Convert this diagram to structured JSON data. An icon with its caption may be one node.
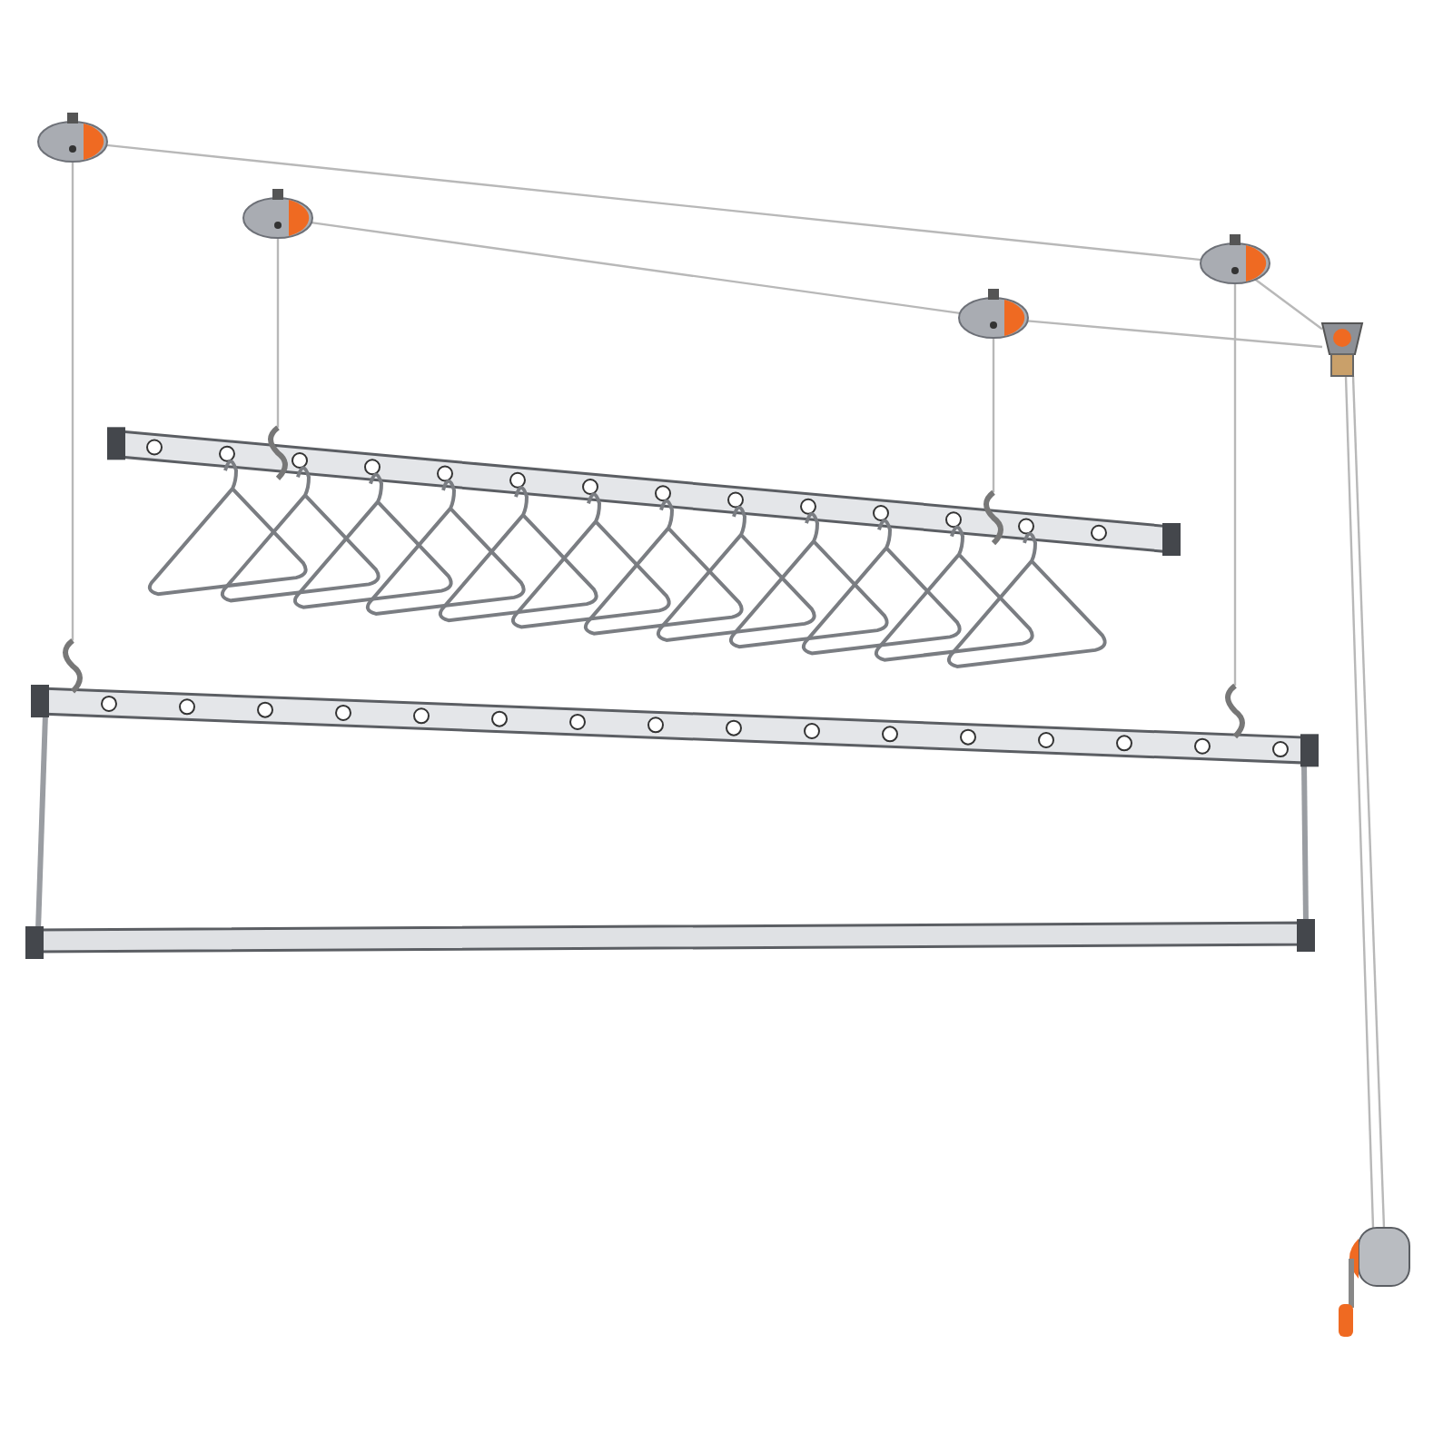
{
  "diagram": {
    "nodes": [
      {
        "text": [],
        "shape": "picture"
      },
      {
        "text": [],
        "shape": "picture"
      },
      {
        "text": [],
        "shape": "picture"
      },
      {
        "text": [],
        "shape": "picture"
      },
      {
        "text": [],
        "shape": "picture"
      },
      {
        "text": [],
        "shape": "picture"
      },
      {
        "text": [],
        "shape": "picture"
      },
      {
        "text": [],
        "shape": "picture"
      }
    ],
    "edges": [
      {
        "from": 0,
        "to": 5,
        "arrow": "none"
      },
      {
        "from": 1,
        "to": 6,
        "arrow": "none"
      },
      {
        "from": 2,
        "to": 5,
        "arrow": "none"
      },
      {
        "from": 3,
        "to": 6,
        "arrow": "none"
      },
      {
        "from": 0,
        "to": 2,
        "arrow": "none"
      },
      {
        "from": 2,
        "to": 4,
        "arrow": "none"
      },
      {
        "from": 1,
        "to": 3,
        "arrow": "none"
      },
      {
        "from": 3,
        "to": 4,
        "arrow": "none"
      },
      {
        "from": 4,
        "to": 7,
        "arrow": "none"
      },
      {
        "from": 4,
        "to": 7,
        "arrow": "none"
      }
    ]
  }
}
